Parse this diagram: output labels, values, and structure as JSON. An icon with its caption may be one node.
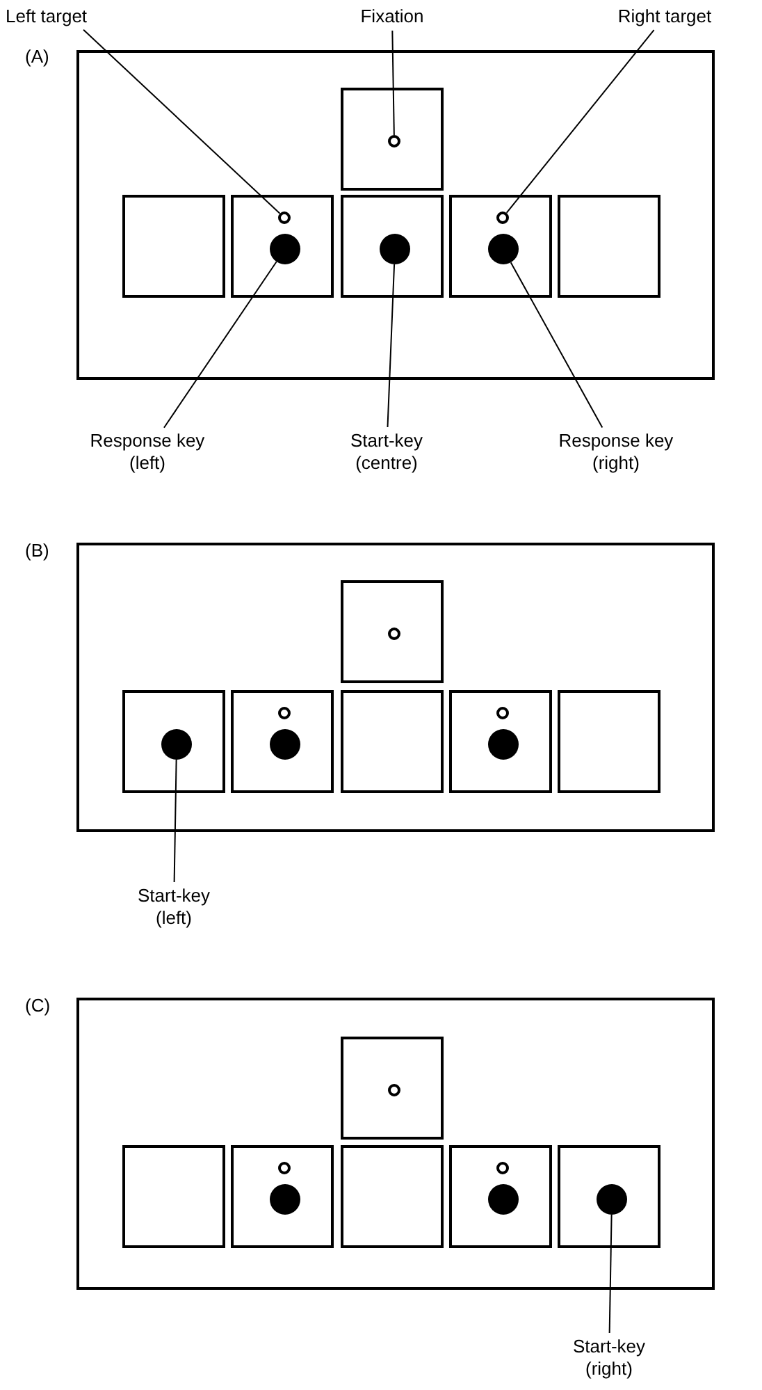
{
  "diagram": {
    "nodes": [
      {
        "text": [
          "Left target"
        ]
      },
      {
        "text": [
          "Fixation"
        ]
      },
      {
        "text": [
          "Right target"
        ]
      },
      {
        "text": [
          "(A)"
        ]
      },
      {
        "text": [],
        "shape": "box",
        "in": 3
      },
      {
        "text": [],
        "shape": "circle",
        "in": 4
      },
      {
        "text": [],
        "shape": "box",
        "in": 3
      },
      {
        "text": [],
        "shape": "box",
        "in": 3
      },
      {
        "text": [],
        "shape": "circle",
        "in": 7
      },
      {
        "text": [],
        "shape": "disc",
        "in": 7
      },
      {
        "text": [],
        "shape": "box",
        "in": 3
      },
      {
        "text": [],
        "shape": "disc",
        "in": 10
      },
      {
        "text": [],
        "shape": "box",
        "in": 3
      },
      {
        "text": [],
        "shape": "circle",
        "in": 12
      },
      {
        "text": [],
        "shape": "disc",
        "in": 12
      },
      {
        "text": [],
        "shape": "box",
        "in": 3
      },
      {
        "text": [
          "Response key (left)"
        ]
      },
      {
        "text": [
          "Start-key (centre)"
        ]
      },
      {
        "text": [
          "Response key (right)"
        ]
      },
      {
        "text": [
          "(B)"
        ]
      },
      {
        "text": [],
        "shape": "box",
        "in": 19
      },
      {
        "text": [],
        "shape": "circle",
        "in": 20
      },
      {
        "text": [],
        "shape": "box",
        "in": 19
      },
      {
        "text": [],
        "shape": "disc",
        "in": 22
      },
      {
        "text": [],
        "shape": "box",
        "in": 19
      },
      {
        "text": [],
        "shape": "circle",
        "in": 24
      },
      {
        "text": [],
        "shape": "disc",
        "in": 24
      },
      {
        "text": [],
        "shape": "box",
        "in": 19
      },
      {
        "text": [],
        "shape": "box",
        "in": 19
      },
      {
        "text": [],
        "shape": "circle",
        "in": 28
      },
      {
        "text": [],
        "shape": "disc",
        "in": 28
      },
      {
        "text": [],
        "shape": "box",
        "in": 19
      },
      {
        "text": [
          "Start-key (left)"
        ]
      },
      {
        "text": [
          "(C)"
        ]
      },
      {
        "text": [],
        "shape": "box",
        "in": 33
      },
      {
        "text": [],
        "shape": "circle",
        "in": 34
      },
      {
        "text": [],
        "shape": "box",
        "in": 33
      },
      {
        "text": [],
        "shape": "box",
        "in": 33
      },
      {
        "text": [],
        "shape": "circle",
        "in": 37
      },
      {
        "text": [],
        "shape": "disc",
        "in": 37
      },
      {
        "text": [],
        "shape": "box",
        "in": 33
      },
      {
        "text": [],
        "shape": "box",
        "in": 33
      },
      {
        "text": [],
        "shape": "circle",
        "in": 41
      },
      {
        "text": [],
        "shape": "disc",
        "in": 41
      },
      {
        "text": [],
        "shape": "box",
        "in": 33
      },
      {
        "text": [],
        "shape": "disc",
        "in": 44
      },
      {
        "text": [
          "Start-key (right)"
        ]
      }
    ],
    "edges": [
      {
        "from": 0,
        "to": 8,
        "arrow": "none"
      },
      {
        "from": 1,
        "to": 5,
        "arrow": "none"
      },
      {
        "from": 2,
        "to": 13,
        "arrow": "none"
      },
      {
        "from": 16,
        "to": 9,
        "arrow": "none"
      },
      {
        "from": 17,
        "to": 11,
        "arrow": "none"
      },
      {
        "from": 18,
        "to": 14,
        "arrow": "none"
      },
      {
        "from": 32,
        "to": 23,
        "arrow": "none"
      },
      {
        "from": 46,
        "to": 45,
        "arrow": "none"
      }
    ]
  }
}
